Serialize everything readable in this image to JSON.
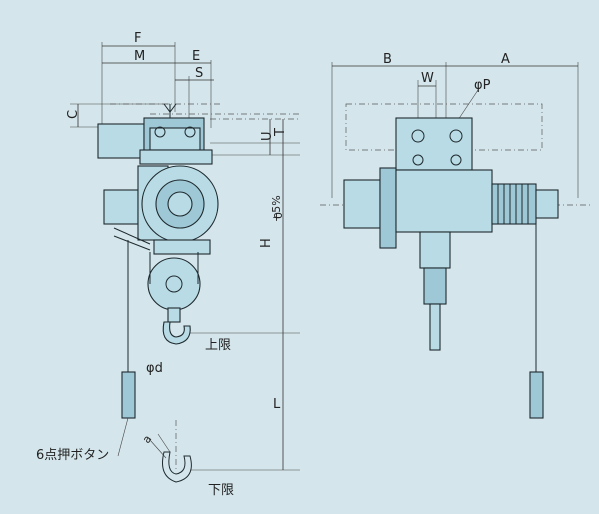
{
  "dimensions": {
    "F": "F",
    "M": "M",
    "E": "E",
    "S": "S",
    "C": "C",
    "U": "U",
    "T": "T",
    "H": "H",
    "H_tol": "+5%",
    "H_tol_low": "0",
    "L": "L",
    "B": "B",
    "A": "A",
    "W": "W",
    "P": "φP",
    "d": "φd",
    "a": "a"
  },
  "labels": {
    "upper_limit": "上限",
    "lower_limit": "下限",
    "push_button": "6点押ボタン"
  },
  "colors": {
    "background": "#d4e6ec",
    "part_fill": "#b9dbe5",
    "line": "#1e2a2e"
  }
}
